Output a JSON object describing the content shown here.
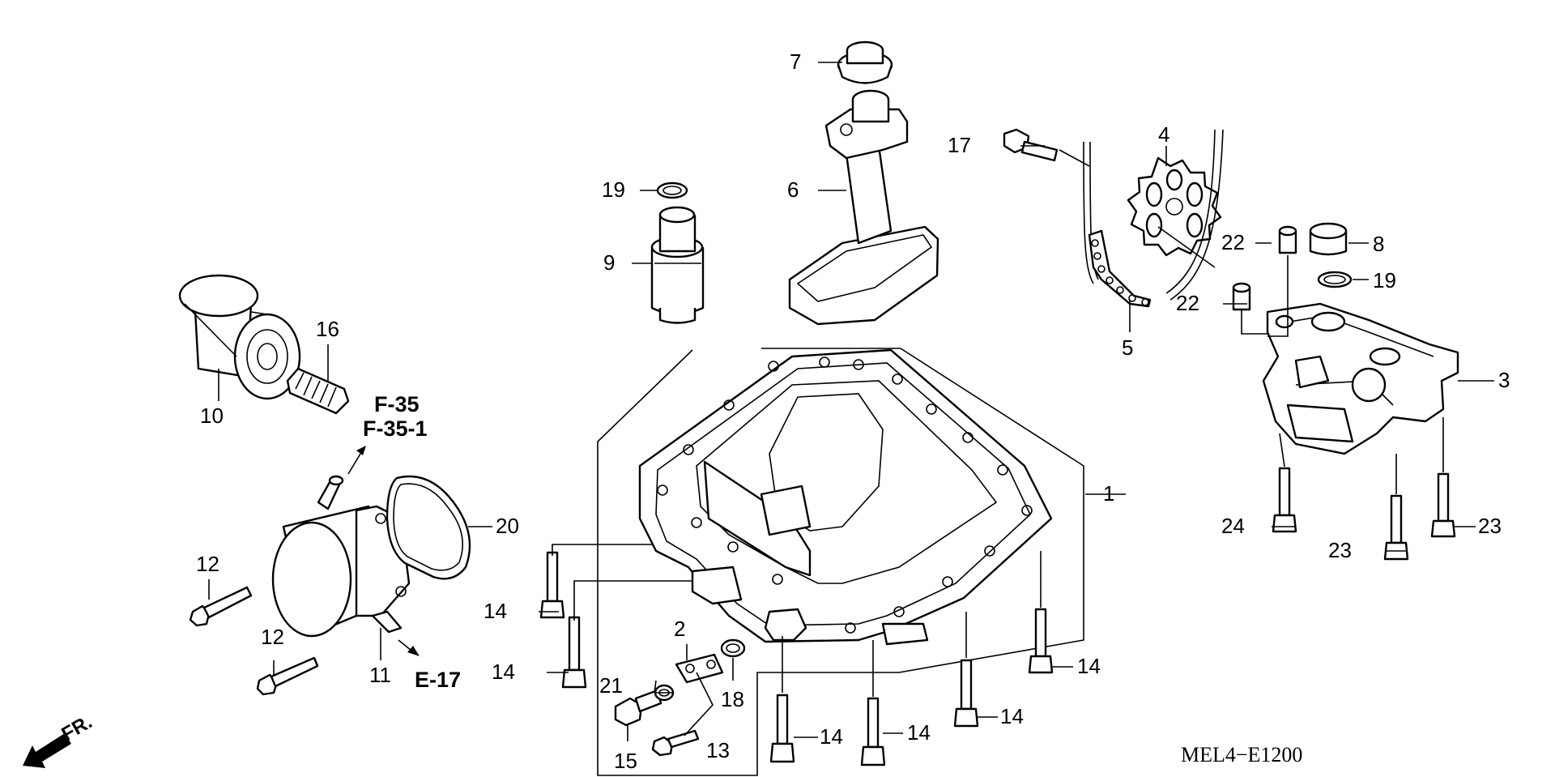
{
  "diagram": {
    "code": "MEL4−E1200",
    "direction": "FR.",
    "refs": {
      "f35": "F-35",
      "f351": "F-35-1",
      "e17": "E-17"
    },
    "callouts": {
      "c1": "1",
      "c2": "2",
      "c3": "3",
      "c4": "4",
      "c5": "5",
      "c6": "6",
      "c7": "7",
      "c8": "8",
      "c9": "9",
      "c10": "10",
      "c11": "11",
      "c12a": "12",
      "c12b": "12",
      "c13": "13",
      "c14a": "14",
      "c14b": "14",
      "c14c": "14",
      "c14d": "14",
      "c14e": "14",
      "c14f": "14",
      "c15": "15",
      "c16": "16",
      "c17": "17",
      "c18": "18",
      "c19a": "19",
      "c19b": "19",
      "c20": "20",
      "c21": "21",
      "c22a": "22",
      "c22b": "22",
      "c23a": "23",
      "c23b": "23",
      "c24": "24"
    }
  }
}
